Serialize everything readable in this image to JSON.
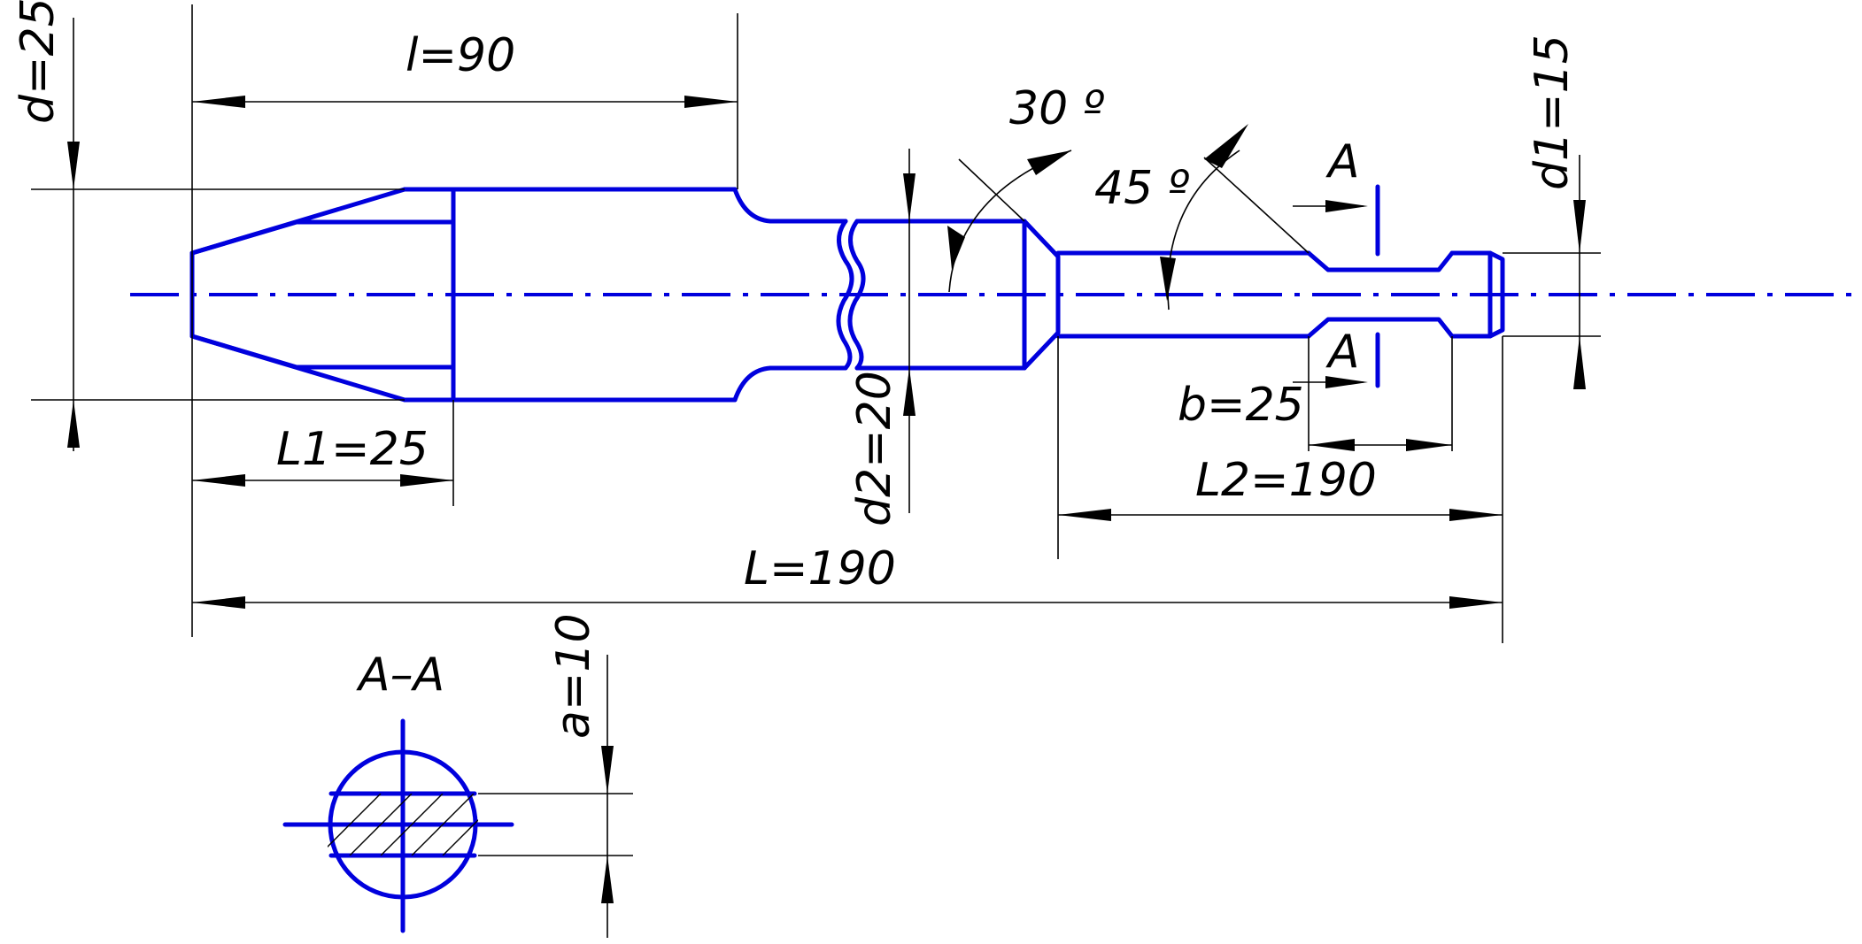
{
  "dimensions": {
    "d": "d=25",
    "l": "l=90",
    "angle_30": "30 º",
    "angle_45": "45 º",
    "d1": "d1=15",
    "d2": "d2=20",
    "L1": "L1=25",
    "b": "b=25",
    "L2": "L2=190",
    "L": "L=190",
    "a": "a=10"
  },
  "section": {
    "marker_upper": "A",
    "marker_lower": "A",
    "title": "A–A"
  },
  "colors": {
    "part_outline": "#0000dd",
    "dimension_lines": "#000000",
    "background": "#ffffff"
  }
}
